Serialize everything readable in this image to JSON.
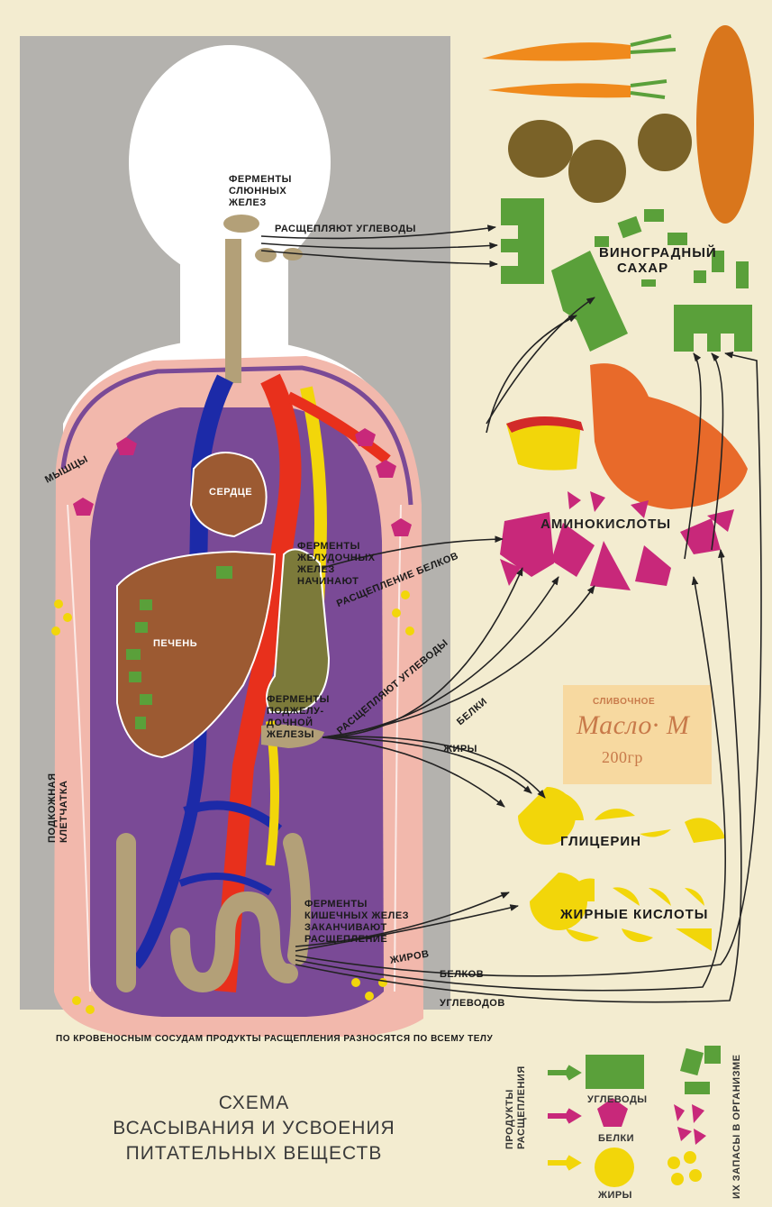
{
  "labels": {
    "salivary": [
      "ФЕРМЕНТЫ",
      "СЛЮННЫХ",
      "ЖЕЛЕЗ"
    ],
    "split_carbs_top": "РАСЩЕПЛЯЮТ УГЛЕВОДЫ",
    "glucose": [
      "ВИНОГРАДНЫЙ",
      "САХАР"
    ],
    "muscles": "МЫШЦЫ",
    "heart": "СЕРДЦЕ",
    "gastric": [
      "ФЕРМЕНТЫ",
      "ЖЕЛУДОЧНЫХ",
      "ЖЕЛЕЗ",
      "НАЧИНАЮТ"
    ],
    "protein_split": "РАСЩЕПЛЕНИЕ БЕЛКОВ",
    "amino": "АМИНОКИСЛОТЫ",
    "liver": "ПЕЧЕНЬ",
    "pancreatic": [
      "ФЕРМЕНТЫ",
      "ПОДЖЕЛУ-",
      "ДОЧНОЙ",
      "ЖЕЛЕЗЫ"
    ],
    "split_carbs_mid": "РАСЩЕПЛЯЮТ УГЛЕВОДЫ",
    "proteins": "БЕЛКИ",
    "fats": "ЖИРЫ",
    "subcutaneous": [
      "ПОДКОЖНАЯ",
      "КЛЕТЧАТКА"
    ],
    "glycerin": "ГЛИЦЕРИН",
    "intestinal": [
      "ФЕРМЕНТЫ",
      "КИШЕЧНЫХ ЖЕЛЕЗ",
      "ЗАКАНЧИВАЮТ",
      "РАСЩЕПЛЕНИЕ"
    ],
    "fatty_acids": "ЖИРНЫЕ КИСЛОТЫ",
    "of_fats": "ЖИРОВ",
    "of_proteins": "БЕЛКОВ",
    "of_carbs": "УГЛЕВОДОВ",
    "bottom_line": "ПО КРОВЕНОСНЫМ СОСУДАМ ПРОДУКТЫ РАСЩЕПЛЕНИЯ РАЗНОСЯТСЯ ПО ВСЕМУ ТЕЛУ"
  },
  "butter": {
    "top": "СЛИВОЧНОЕ",
    "main": "Масло· М",
    "weight": "200гр"
  },
  "title": [
    "СХЕМА",
    "ВСАСЫВАНИЯ И УСВОЕНИЯ",
    "ПИТАТЕЛЬНЫХ ВЕЩЕСТВ"
  ],
  "legend": {
    "products": [
      "ПРОДУКТЫ",
      "РАСЩЕПЛЕНИЯ"
    ],
    "reserves": "ИХ ЗАПАСЫ В ОРГАНИЗМЕ",
    "items": [
      {
        "label": "УГЛЕВОДЫ",
        "color": "#5aa03a",
        "shape": "rectangle"
      },
      {
        "label": "БЕЛКИ",
        "color": "#c8287a",
        "shape": "pentagon"
      },
      {
        "label": "ЖИРЫ",
        "color": "#f2d60a",
        "shape": "circle"
      }
    ]
  },
  "colors": {
    "background": "#f3ecd0",
    "gray_panel": "#b4b2ae",
    "silhouette": "#ffffff",
    "carbs": "#5aa03a",
    "proteins": "#c8287a",
    "fats": "#f2d60a",
    "arteries": "#e8301c",
    "veins": "#1c2aa8",
    "torso": "#7a4a96",
    "skin_layer": "#f2b8ac"
  }
}
